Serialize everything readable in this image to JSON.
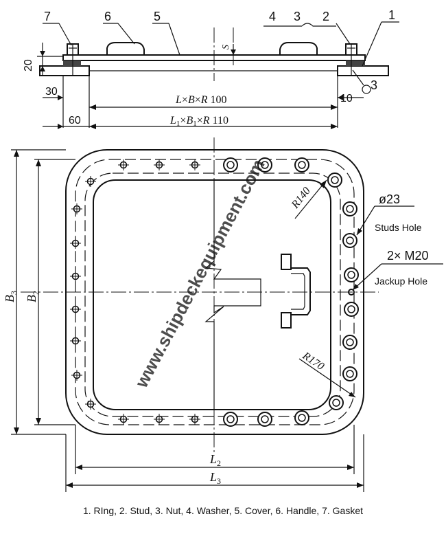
{
  "parts": {
    "callouts": [
      "7",
      "6",
      "5",
      "4",
      "3",
      "2",
      "1"
    ],
    "nut_callout_side": "3",
    "legend": "1. RIng, 2. Stud, 3. Nut, 4. Washer, 5. Cover, 6. Handle,   7. Gasket"
  },
  "section_view": {
    "dim_height": "20",
    "dim_s": "S",
    "dim_30": "30",
    "dim_60": "60",
    "dim_10": "10",
    "dim_inner_L": "L",
    "dim_inner_B": "B",
    "dim_inner_R": "R",
    "dim_inner_value": "100",
    "dim_outer_L": "L",
    "dim_outer_sub1": "1",
    "dim_outer_B": "B",
    "dim_outer_R": "R",
    "dim_outer_value": "110",
    "times": "×"
  },
  "plan_view": {
    "B3": "B",
    "B3_sub": "3",
    "B2": "B",
    "B2_sub": "2",
    "L2": "L",
    "L2_sub": "2",
    "L3": "L",
    "L3_sub": "3",
    "r_inner": "R140",
    "r_outer": "R170",
    "studs_hole_dia": "ø23",
    "studs_hole_label": "Studs Hole",
    "jackup_spec": "2× M20",
    "jackup_label": "Jackup Hole"
  },
  "watermark": "www.shipdeckequipment.com",
  "colors": {
    "ink": "#111111",
    "watermark": "#bdbdbd"
  }
}
